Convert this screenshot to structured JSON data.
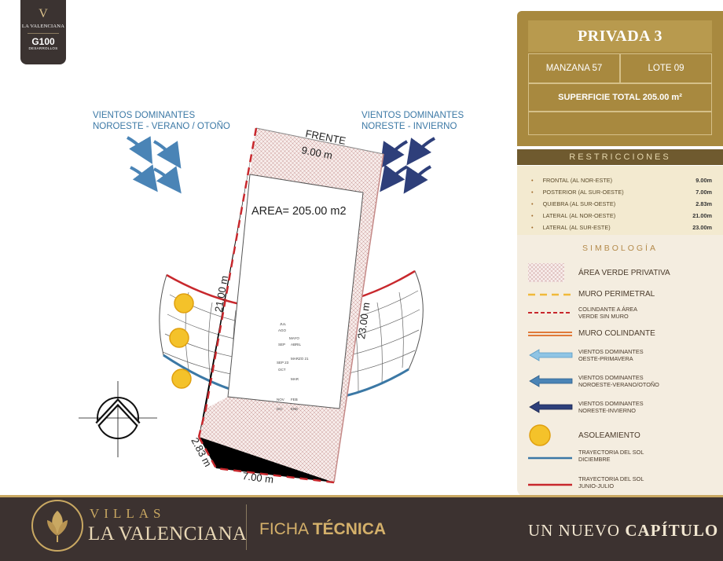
{
  "logo": {
    "brand": "LA VALENCIANA",
    "badge": "G100",
    "badge_sub": "DESARROLLOS"
  },
  "plan": {
    "wind_left": [
      "VIENTOS DOMINANTES",
      "NOROESTE - VERANO / OTOÑO"
    ],
    "wind_right": [
      "VIENTOS DOMINANTES",
      "NORESTE - INVIERNO"
    ],
    "frente_label": "FRENTE",
    "dim_front": "9.00 m",
    "dim_left": "21.00 m",
    "dim_right": "23.00 m",
    "dim_quiebra": "2.83 m",
    "dim_back": "7.00 m",
    "area_label": "AREA= 205.00 m2",
    "sun_months": [
      "JUL",
      "AGO",
      "MAYO",
      "SEP",
      "ABRIL",
      "MARZO 21",
      "SEP 23",
      "OCT",
      "MAR",
      "NOV",
      "FEB",
      "DIC",
      "ENE"
    ]
  },
  "panel": {
    "title": "PRIVADA 3",
    "manzana": "MANZANA 57",
    "lote": "LOTE 09",
    "superficie": "SUPERFICIE TOTAL 205.00 m²",
    "restricciones_title": "RESTRICCIONES",
    "restricciones": [
      {
        "label": "FRONTAL (AL NOR-ESTE)",
        "value": "9.00m"
      },
      {
        "label": "POSTERIOR (AL SUR-OESTE)",
        "value": "7.00m"
      },
      {
        "label": "QUIEBRA (AL SUR-OESTE)",
        "value": "2.83m"
      },
      {
        "label": "LATERAL (AL NOR-OESTE)",
        "value": "21.00m"
      },
      {
        "label": "LATERAL (AL SUR-ESTE)",
        "value": "23.00m"
      }
    ],
    "simbologia_title": "SIMBOLOGÍA",
    "legend": [
      {
        "label": "ÁREA VERDE PRIVATIVA",
        "icon": "hatch-icon"
      },
      {
        "label": "MURO PERIMETRAL",
        "icon": "yellow-dash-icon"
      },
      {
        "label": "COLINDANTE A ÁREA VERDE SIN MURO",
        "icon": "red-dash-icon"
      },
      {
        "label": "MURO COLINDANTE",
        "icon": "orange-double-line-icon"
      },
      {
        "label": "VIENTOS DOMINANTES OESTE-PRIMAVERA",
        "icon": "light-blue-arrow-icon"
      },
      {
        "label": "VIENTOS DOMINANTES NOROESTE-VERANO/OTOÑO",
        "icon": "blue-arrow-icon"
      },
      {
        "label": "VIENTOS DOMINANTES NORESTE-INVIERNO",
        "icon": "navy-arrow-icon"
      },
      {
        "label": "ASOLEAMIENTO",
        "icon": "sun-icon"
      },
      {
        "label": "TRAYECTORIA DEL SOL DICIEMBRE",
        "icon": "blue-line-icon"
      },
      {
        "label": "TRAYECTORIA DEL SOL JUNIO-JULIO",
        "icon": "red-line-icon"
      }
    ]
  },
  "footer": {
    "villas": "VILLAS",
    "la_valenciana": "LA VALENCIANA",
    "ficha_a": "FICHA",
    "ficha_b": "TÉCNICA",
    "nuevo_a": "UN NUEVO",
    "nuevo_b": "CAPÍTULO"
  },
  "colors": {
    "gold": "#a8893f",
    "dark_brown": "#3c3230",
    "red_line": "#c8282d",
    "blue_line": "#3b78a5"
  }
}
